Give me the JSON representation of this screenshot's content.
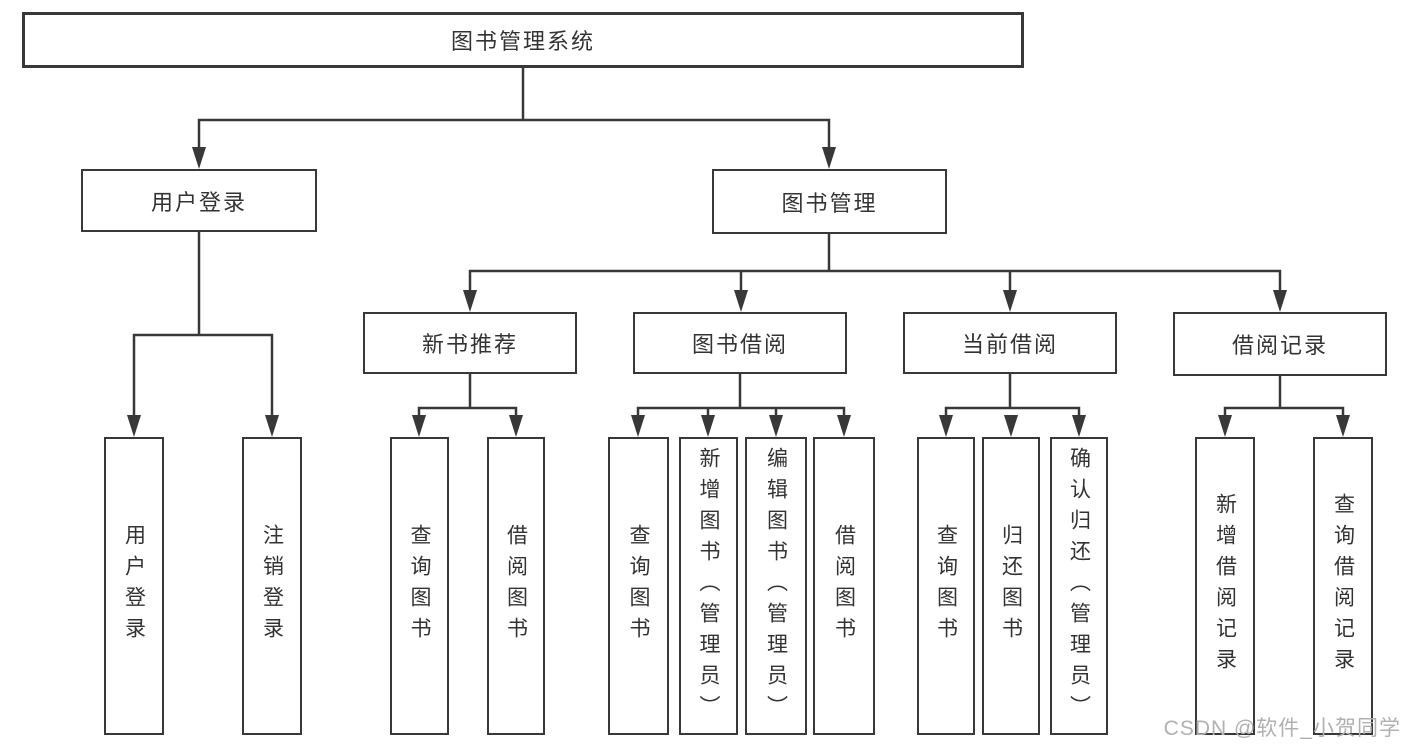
{
  "watermark": "CSDN @软件_小贺同学",
  "colors": {
    "line": "#383838",
    "box_border": "#383838",
    "text": "#333333",
    "watermark": "#b0b0b0",
    "background": "#ffffff"
  },
  "nodes": {
    "root": {
      "label": "图书管理系统"
    },
    "user_login": {
      "label": "用户登录"
    },
    "book_mgmt": {
      "label": "图书管理"
    },
    "login_leaf": {
      "label": "用户登录"
    },
    "logout_leaf": {
      "label": "注销登录"
    },
    "new_book": {
      "label": "新书推荐"
    },
    "book_borrow": {
      "label": "图书借阅"
    },
    "current_borrow": {
      "label": "当前借阅"
    },
    "borrow_record": {
      "label": "借阅记录"
    },
    "nb_query": {
      "label": "查询图书"
    },
    "nb_borrow": {
      "label": "借阅图书"
    },
    "bb_query": {
      "label": "查询图书"
    },
    "bb_add": {
      "label": "新增图书（管理员）"
    },
    "bb_edit": {
      "label": "编辑图书（管理员）"
    },
    "bb_borrow": {
      "label": "借阅图书"
    },
    "cb_query": {
      "label": "查询图书"
    },
    "cb_return": {
      "label": "归还图书"
    },
    "cb_confirm": {
      "label": "确认归还（管理员）"
    },
    "br_add": {
      "label": "新增借阅记录"
    },
    "br_query": {
      "label": "查询借阅记录"
    }
  }
}
